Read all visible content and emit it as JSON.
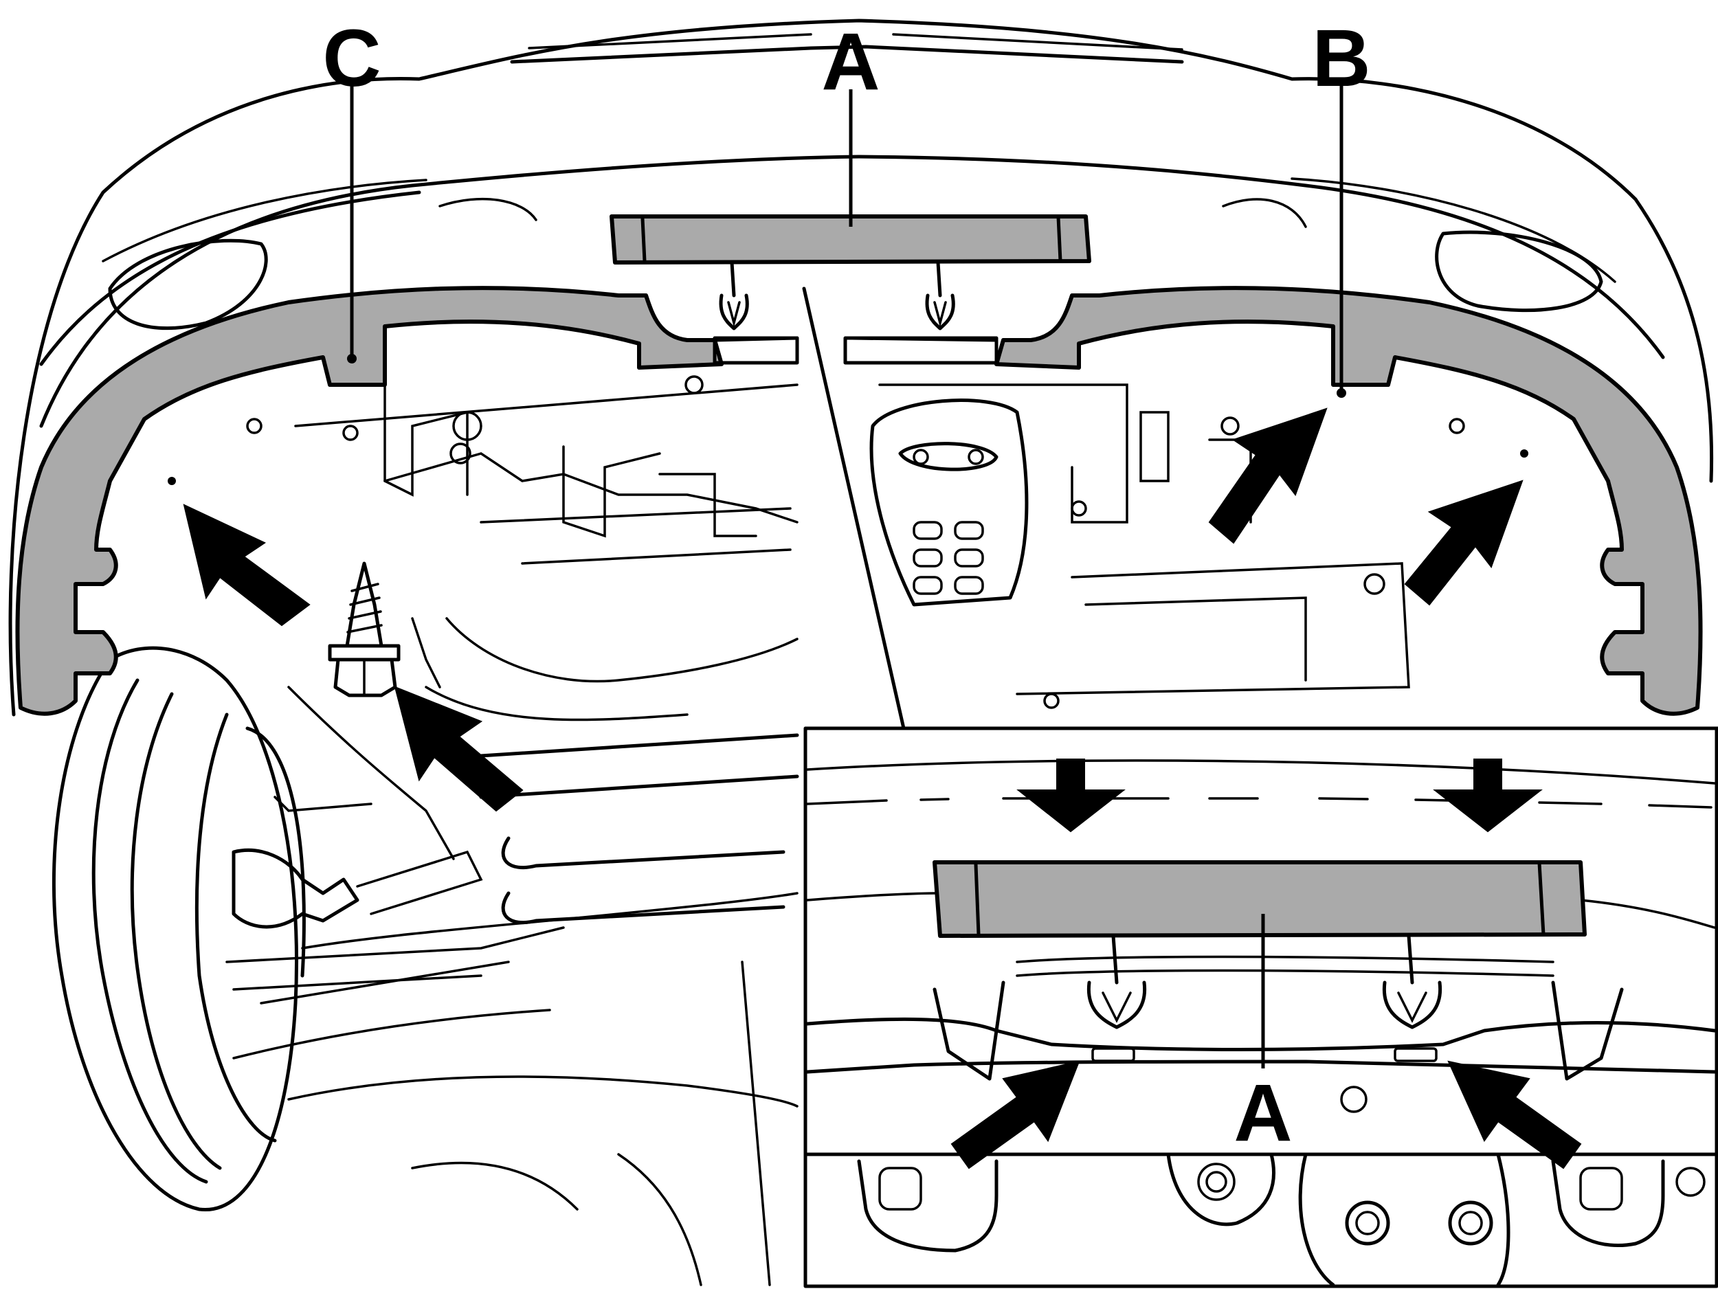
{
  "labels": {
    "top_center": "A",
    "top_right": "B",
    "top_left": "C",
    "inset": "A"
  },
  "colors": {
    "part_fill": "#aaaaaa",
    "line": "#000000",
    "background": "#ffffff"
  },
  "icons": {
    "push_arrows": "bold-arrow",
    "clips": "push-clip",
    "screw": "hex-flange-screw"
  }
}
